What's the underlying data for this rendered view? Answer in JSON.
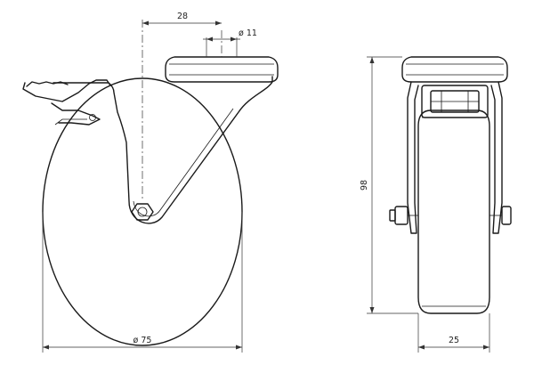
{
  "dimensions": {
    "offset": "28",
    "bolt_hole": "ø 11",
    "wheel_diameter": "ø 75",
    "height": "98",
    "wheel_width": "25"
  }
}
